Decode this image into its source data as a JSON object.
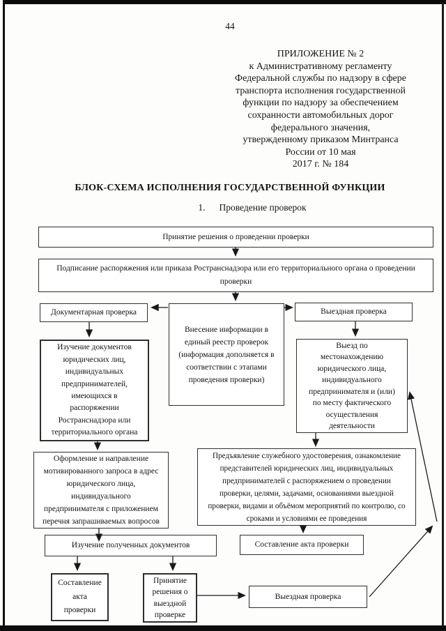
{
  "page_number": "44",
  "header": {
    "lines": [
      "ПРИЛОЖЕНИЕ № 2",
      "к Административному регламенту",
      "Федеральной службы по надзору в сфере",
      "транспорта исполнения государственной",
      "функции по надзору за обеспечением",
      "сохранности автомобильных дорог",
      "федерального значения,",
      "утвержденному приказом Минтранса",
      "России от 10 мая",
      "2017 г. № 184"
    ]
  },
  "title": "БЛОК-СХЕМА ИСПОЛНЕНИЯ ГОСУДАРСТВЕННОЙ ФУНКЦИИ",
  "section": {
    "number": "1.",
    "label": "Проведение проверок"
  },
  "flowchart": {
    "nodes": [
      {
        "id": "decision",
        "text": "Принятие решения о проведении проверки"
      },
      {
        "id": "signing",
        "text": "Подписание распоряжения или приказа Ространснадзора или его территориального органа о проведении\nпроверки"
      },
      {
        "id": "documentary",
        "text": "Документарная проверка"
      },
      {
        "id": "registry",
        "text": "Внесение информации в\nединый реестр проверок\n(информация дополняется в\nсоответствии с этапами\nпроведения проверки)"
      },
      {
        "id": "onsite-top",
        "text": "Выездная проверка"
      },
      {
        "id": "study-docs",
        "text": "Изучение документов\nюридических лиц,\nиндивидуальных\nпредпринимателей,\nимеющихся в\nраспоряжении\nРостранснадзора или\nтерриториального органа"
      },
      {
        "id": "travel",
        "text": "Выезд по\nместонахождению\nюридического лица,\nиндивидуального\nпредпринимателя и (или)\nпо месту фактического\nосуществления\nдеятельности"
      },
      {
        "id": "request",
        "text": "Оформление и направление\nмотивированного запроса в адрес\nюридического лица,\nиндивидуального\nпредпринимателя с приложением\nперечня запрашиваемых вопросов"
      },
      {
        "id": "id-presentation",
        "text": "Предъявление служебного удостоверения, ознакомление\nпредставителей юридических лиц, индивидуальных\nпредпринимателей с распоряжением о проведении\nпроверки, целями, задачами, основаниями выездной\nпроверки, видами и объёмом мероприятий по контролю, со\nсроками и условиями ее проведения"
      },
      {
        "id": "study-received",
        "text": "Изучение полученных документов"
      },
      {
        "id": "act-right",
        "text": "Составление акта проверки"
      },
      {
        "id": "act-left",
        "text": "Составление\nакта\nпроверки"
      },
      {
        "id": "onsite-decision",
        "text": "Принятие\nрешения о\nвыездной\nпроверке"
      },
      {
        "id": "onsite-bottom",
        "text": "Выездная проверка"
      }
    ]
  },
  "colors": {
    "ink": "#141414",
    "border": "#2e2e2e",
    "scan_bar": "#0c0c0c",
    "paper": "#fdfdfc"
  }
}
